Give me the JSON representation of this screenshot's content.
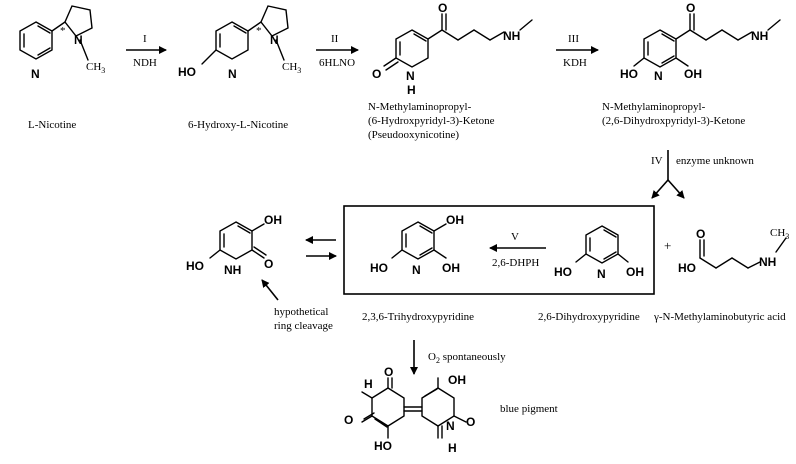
{
  "compounds": {
    "nicotine": "L-Nicotine",
    "hydroxy_nicotine": "6-Hydroxy-L-Nicotine",
    "pseudooxy_l1": "N-Methylaminopropyl-",
    "pseudooxy_l2": "(6-Hydroxpyridyl-3)-Ketone",
    "pseudooxy_l3": "(Pseudooxynicotine)",
    "dihydroxy_ketone_l1": "N-Methylaminopropyl-",
    "dihydroxy_ketone_l2": "(2,6-Dihydroxpyridyl-3)-Ketone",
    "trihydroxypyridine": "2,3,6-Trihydroxypyridine",
    "dihydroxypyridine": "2,6-Dihydroxypyridine",
    "butyric_acid": "γ-N-Methylaminobutyric acid",
    "blue_pigment": "blue pigment"
  },
  "steps": {
    "step1_num": "I",
    "step1_enzyme": "NDH",
    "step2_num": "II",
    "step2_enzyme": "6HLNO",
    "step3_num": "III",
    "step3_enzyme": "KDH",
    "step4_num": "IV",
    "step4_enzyme": "enzyme unknown",
    "step5_num": "V",
    "step5_enzyme": "2,6-DHPH",
    "plus": "+",
    "cleavage_l1": "hypothetical",
    "cleavage_l2": "ring cleavage",
    "o2_o": "O",
    "o2_sub": "2",
    "o2_rest": " spontaneously"
  },
  "atoms": {
    "N": "N",
    "CH3": "CH",
    "CH3_sub": "3",
    "HO": "HO",
    "OH": "OH",
    "O": "O",
    "H": "H",
    "star": "*"
  }
}
